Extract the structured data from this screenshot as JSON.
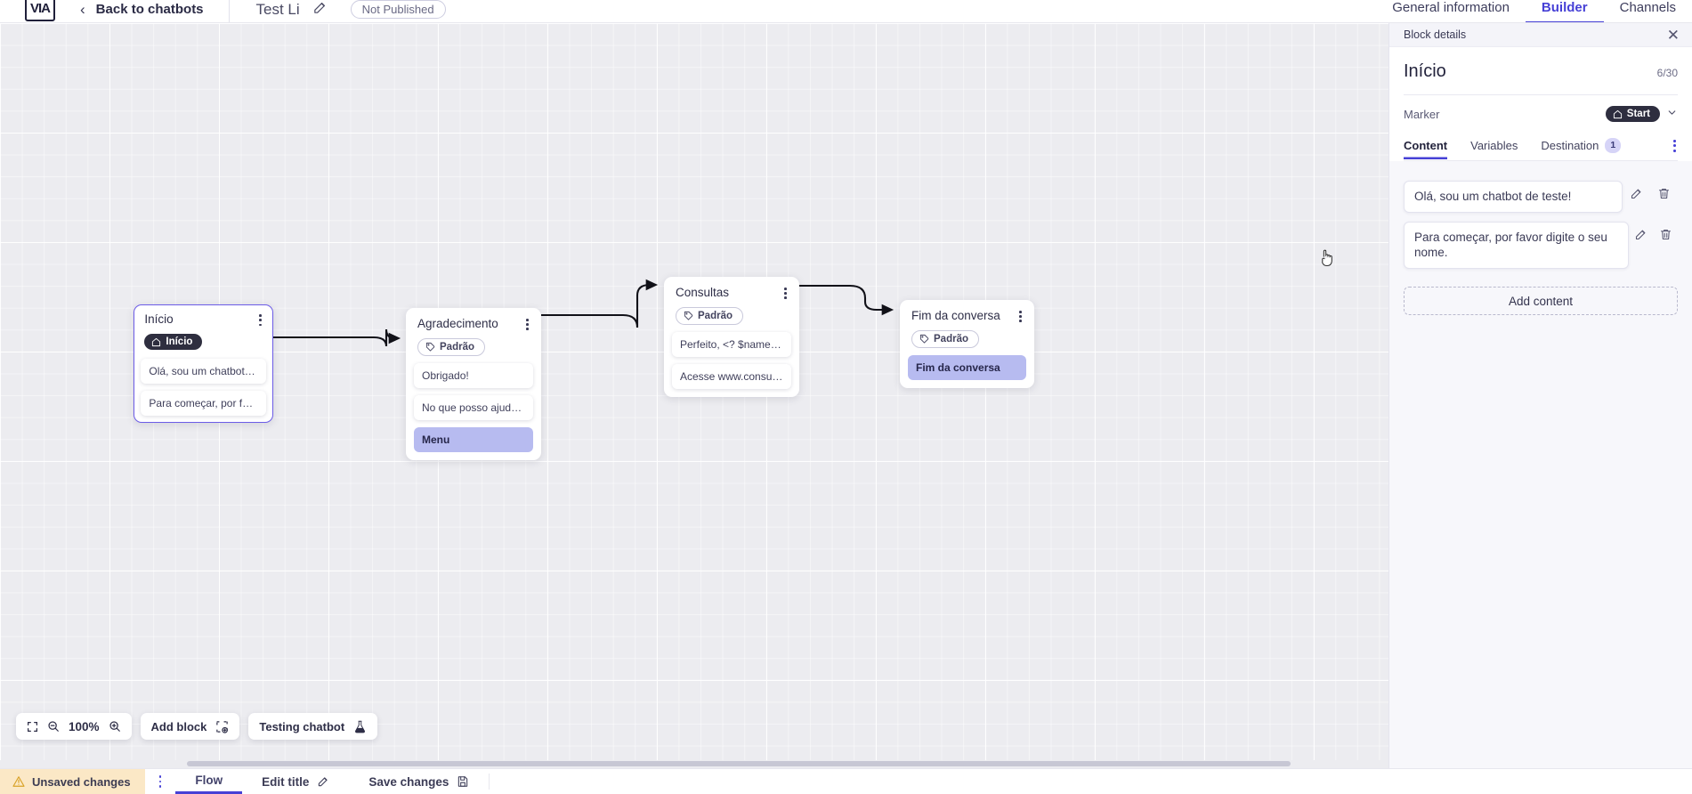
{
  "topbar": {
    "logo_glyph": "VIA",
    "back_label": "Back to chatbots",
    "bot_title": "Test Li",
    "status_badge": "Not Published",
    "tabs": [
      {
        "label": "General information",
        "active": false
      },
      {
        "label": "Builder",
        "active": true
      },
      {
        "label": "Channels",
        "active": false
      }
    ]
  },
  "canvas": {
    "nodes": [
      {
        "id": "inicio",
        "title": "Início",
        "badge": "Início",
        "badge_kind": "start",
        "selected": true,
        "messages": [
          {
            "text": "Olá, sou um chatbot de teste!",
            "accent": false
          },
          {
            "text": "Para começar, por favor digite o ...",
            "accent": false
          }
        ]
      },
      {
        "id": "agradecimento",
        "title": "Agradecimento",
        "badge": "Padrão",
        "badge_kind": "default",
        "selected": false,
        "messages": [
          {
            "text": "Obrigado!",
            "accent": false
          },
          {
            "text": "No que posso ajudar, <? $name ...",
            "accent": false
          },
          {
            "text": "Menu",
            "accent": true
          }
        ]
      },
      {
        "id": "consultas",
        "title": "Consultas",
        "badge": "Padrão",
        "badge_kind": "default",
        "selected": false,
        "messages": [
          {
            "text": "Perfeito, <? $name ?>!",
            "accent": false
          },
          {
            "text": "Acesse www.consultas.com par...",
            "accent": false
          }
        ]
      },
      {
        "id": "fim",
        "title": "Fim da conversa",
        "badge": "Padrão",
        "badge_kind": "default",
        "selected": false,
        "messages": [
          {
            "text": "Fim da conversa",
            "accent": true
          }
        ]
      }
    ],
    "toolbar": {
      "zoom_level": "100%",
      "add_block_label": "Add block",
      "testing_label": "Testing chatbot"
    }
  },
  "statusbar": {
    "unsaved_label": "Unsaved changes",
    "flow_label": "Flow",
    "edit_title_label": "Edit title",
    "save_changes_label": "Save changes"
  },
  "panel": {
    "head_title": "Block details",
    "title": "Início",
    "count": "6/30",
    "marker_label": "Marker",
    "marker_value": "Start",
    "tabs": [
      {
        "label": "Content",
        "badge": "",
        "active": true
      },
      {
        "label": "Variables",
        "badge": "",
        "active": false
      },
      {
        "label": "Destination",
        "badge": "1",
        "active": false
      }
    ],
    "contents": [
      {
        "text": "Olá, sou um chatbot de teste!"
      },
      {
        "text": "Para começar, por favor digite o seu nome."
      }
    ],
    "add_content_label": "Add content"
  },
  "colors": {
    "accent": "#4640d6",
    "node_accent": "#b7bbf0",
    "warning": "#fbe8c6",
    "dark": "#2e2e3f"
  }
}
